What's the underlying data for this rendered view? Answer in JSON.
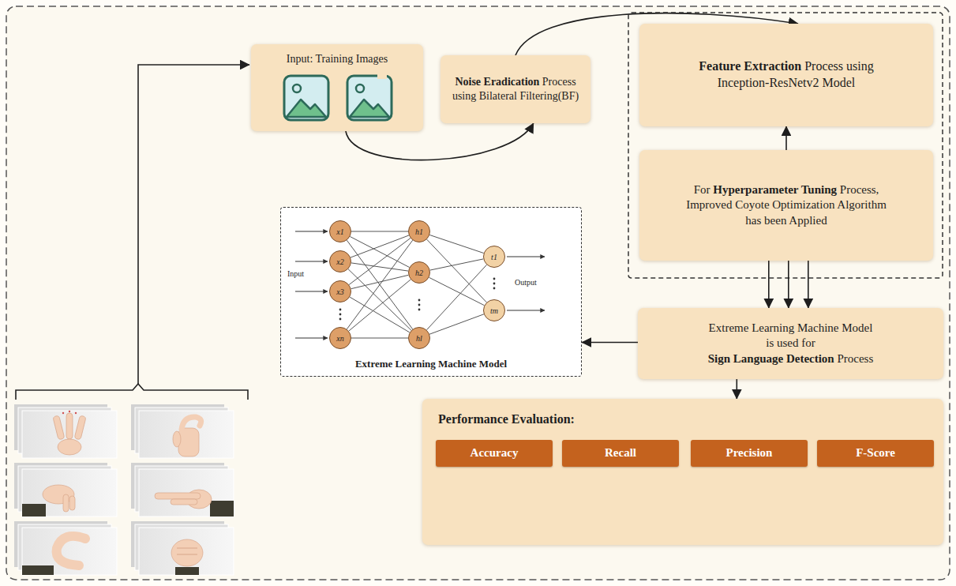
{
  "diagram": {
    "nodes": [
      {
        "text": [
          "Input: Training Images"
        ]
      },
      {
        "text": [
          "Noise Eradication",
          "Process using Bilateral Filtering(BF)"
        ]
      },
      {
        "text": [
          "Feature Extraction",
          "Process using Inception-ResNetv2 Model"
        ]
      },
      {
        "text": [
          "For",
          "Hyperparameter Tuning",
          "Process, Improved Coyote Optimization Algorithm has been Applied"
        ]
      },
      {
        "text": [
          "Extreme Learning Machine Model"
        ]
      },
      {
        "text": [
          "x1"
        ],
        "in": 4
      },
      {
        "text": [
          "x2"
        ],
        "in": 4
      },
      {
        "text": [
          "x3"
        ],
        "in": 4
      },
      {
        "text": [
          "xn"
        ],
        "in": 4
      },
      {
        "text": [
          "h1"
        ],
        "in": 4
      },
      {
        "text": [
          "h2"
        ],
        "in": 4
      },
      {
        "text": [
          "hl"
        ],
        "in": 4
      },
      {
        "text": [
          "t1"
        ],
        "in": 4
      },
      {
        "text": [
          "tm"
        ],
        "in": 4
      },
      {
        "text": [
          "Extreme Learning Machine Model is used for",
          "Sign Language Detection",
          "Process"
        ]
      },
      {
        "text": [
          "Performance Evaluation:"
        ]
      },
      {
        "text": [
          "Accuracy"
        ],
        "in": 15
      },
      {
        "text": [
          "Recall"
        ],
        "in": 15
      },
      {
        "text": [
          "Precision"
        ],
        "in": 15
      },
      {
        "text": [
          "F-Score"
        ],
        "in": 15
      }
    ],
    "edges": [
      {
        "from": 0,
        "to": 1,
        "arrow": "to"
      },
      {
        "from": 1,
        "to": 2,
        "arrow": "to"
      },
      {
        "from": 3,
        "to": 2,
        "arrow": "to"
      },
      {
        "from": 3,
        "to": 14,
        "arrow": "to"
      },
      {
        "from": 3,
        "to": 14,
        "arrow": "to"
      },
      {
        "from": 3,
        "to": 14,
        "arrow": "to"
      },
      {
        "from": 14,
        "to": 4,
        "arrow": "to"
      },
      {
        "from": 14,
        "to": 15,
        "arrow": "to"
      },
      {
        "from": 5,
        "to": 9,
        "arrow": "none"
      },
      {
        "from": 5,
        "to": 10,
        "arrow": "none"
      },
      {
        "from": 5,
        "to": 11,
        "arrow": "none"
      },
      {
        "from": 6,
        "to": 9,
        "arrow": "none"
      },
      {
        "from": 6,
        "to": 10,
        "arrow": "none"
      },
      {
        "from": 6,
        "to": 11,
        "arrow": "none"
      },
      {
        "from": 7,
        "to": 9,
        "arrow": "none"
      },
      {
        "from": 7,
        "to": 10,
        "arrow": "none"
      },
      {
        "from": 7,
        "to": 11,
        "arrow": "none"
      },
      {
        "from": 8,
        "to": 9,
        "arrow": "none"
      },
      {
        "from": 8,
        "to": 10,
        "arrow": "none"
      },
      {
        "from": 8,
        "to": 11,
        "arrow": "none"
      },
      {
        "from": 9,
        "to": 12,
        "arrow": "none"
      },
      {
        "from": 9,
        "to": 13,
        "arrow": "none"
      },
      {
        "from": 10,
        "to": 12,
        "arrow": "none"
      },
      {
        "from": 10,
        "to": 13,
        "arrow": "none"
      },
      {
        "from": 11,
        "to": 12,
        "arrow": "none"
      },
      {
        "from": 11,
        "to": 13,
        "arrow": "none"
      }
    ],
    "labels": [
      "Input",
      "Output"
    ]
  }
}
